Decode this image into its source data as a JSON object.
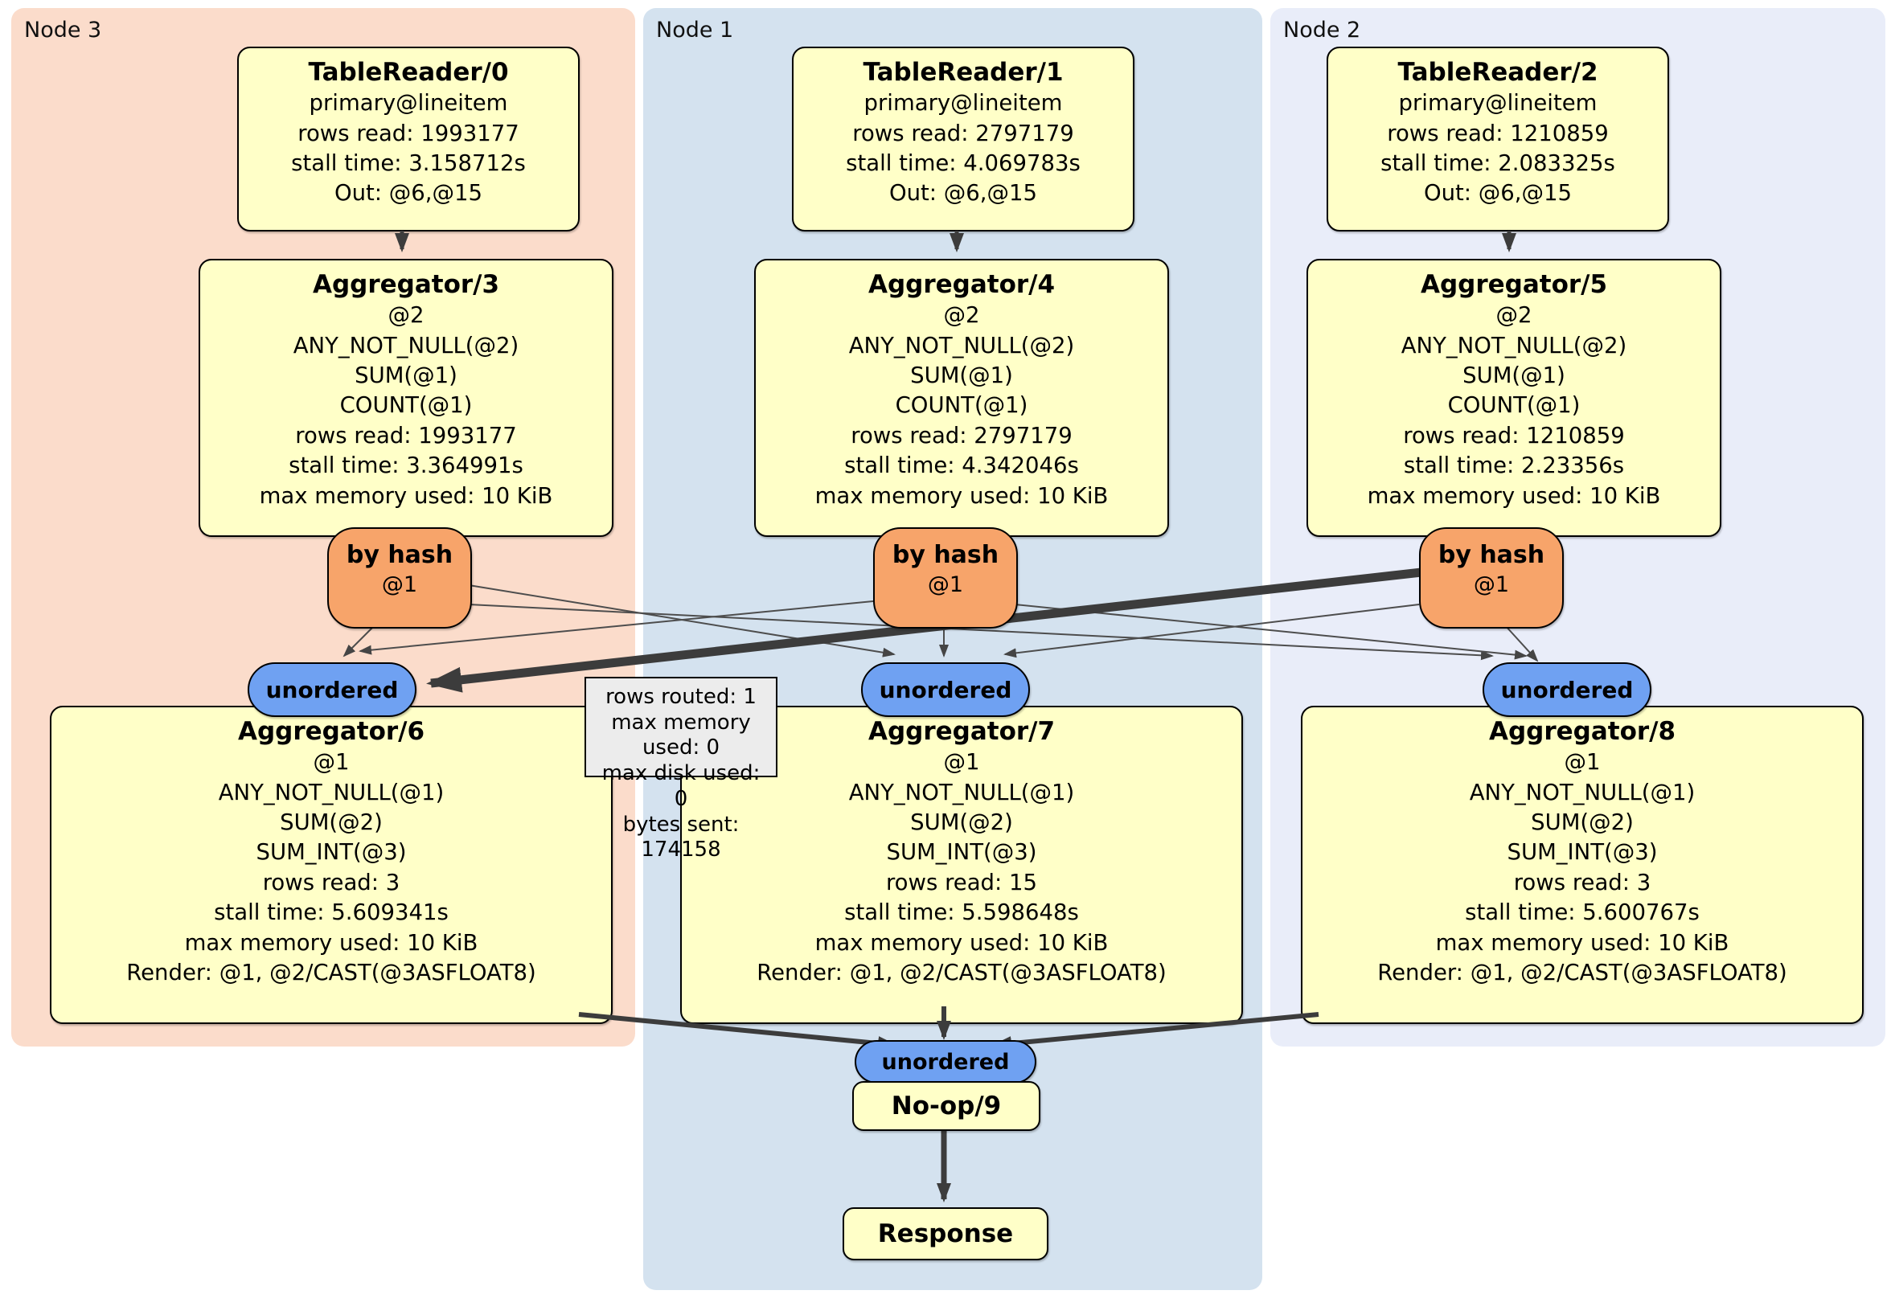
{
  "diagram": {
    "groups": [
      {
        "label": "Node 3"
      },
      {
        "label": "Node 1"
      },
      {
        "label": "Node 2"
      }
    ],
    "processors": {
      "tr0": {
        "title": "TableReader/0",
        "lines": [
          "primary@lineitem",
          "rows read: 1993177",
          "stall time: 3.158712s",
          "Out: @6,@15"
        ]
      },
      "tr1": {
        "title": "TableReader/1",
        "lines": [
          "primary@lineitem",
          "rows read: 2797179",
          "stall time: 4.069783s",
          "Out: @6,@15"
        ]
      },
      "tr2": {
        "title": "TableReader/2",
        "lines": [
          "primary@lineitem",
          "rows read: 1210859",
          "stall time: 2.083325s",
          "Out: @6,@15"
        ]
      },
      "agg3": {
        "title": "Aggregator/3",
        "lines": [
          "@2",
          "ANY_NOT_NULL(@2)",
          "SUM(@1)",
          "COUNT(@1)",
          "rows read: 1993177",
          "stall time: 3.364991s",
          "max memory used: 10 KiB"
        ]
      },
      "agg4": {
        "title": "Aggregator/4",
        "lines": [
          "@2",
          "ANY_NOT_NULL(@2)",
          "SUM(@1)",
          "COUNT(@1)",
          "rows read: 2797179",
          "stall time: 4.342046s",
          "max memory used: 10 KiB"
        ]
      },
      "agg5": {
        "title": "Aggregator/5",
        "lines": [
          "@2",
          "ANY_NOT_NULL(@2)",
          "SUM(@1)",
          "COUNT(@1)",
          "rows read: 1210859",
          "stall time: 2.23356s",
          "max memory used: 10 KiB"
        ]
      },
      "agg6": {
        "title": "Aggregator/6",
        "lines": [
          "@1",
          "ANY_NOT_NULL(@1)",
          "SUM(@2)",
          "SUM_INT(@3)",
          "rows read: 3",
          "stall time: 5.609341s",
          "max memory used: 10 KiB",
          "Render: @1, @2/CAST(@3ASFLOAT8)"
        ]
      },
      "agg7": {
        "title": "Aggregator/7",
        "lines": [
          "@1",
          "ANY_NOT_NULL(@1)",
          "SUM(@2)",
          "SUM_INT(@3)",
          "rows read: 15",
          "stall time: 5.598648s",
          "max memory used: 10 KiB",
          "Render: @1, @2/CAST(@3ASFLOAT8)"
        ]
      },
      "agg8": {
        "title": "Aggregator/8",
        "lines": [
          "@1",
          "ANY_NOT_NULL(@1)",
          "SUM(@2)",
          "SUM_INT(@3)",
          "rows read: 3",
          "stall time: 5.600767s",
          "max memory used: 10 KiB",
          "Render: @1, @2/CAST(@3ASFLOAT8)"
        ]
      },
      "noop": {
        "title": "No-op/9"
      },
      "response": {
        "title": "Response"
      }
    },
    "router": {
      "label": "by hash",
      "expr": "@1"
    },
    "stream_label": "unordered",
    "tooltip": {
      "lines": [
        "rows routed: 1",
        "max memory used: 0",
        "max disk used: 0",
        "bytes sent: 174158"
      ]
    },
    "colors": {
      "group_node3": "#fbdccb",
      "group_node1": "#d4e2ef",
      "group_node2": "#e9edf9",
      "processor_fill": "#ffffc8",
      "router_fill": "#f7a46a",
      "stream_fill": "#6fa1f2",
      "tooltip_fill": "#ececec",
      "edge": "#454545",
      "edge_dark": "#3c3c3c"
    }
  }
}
